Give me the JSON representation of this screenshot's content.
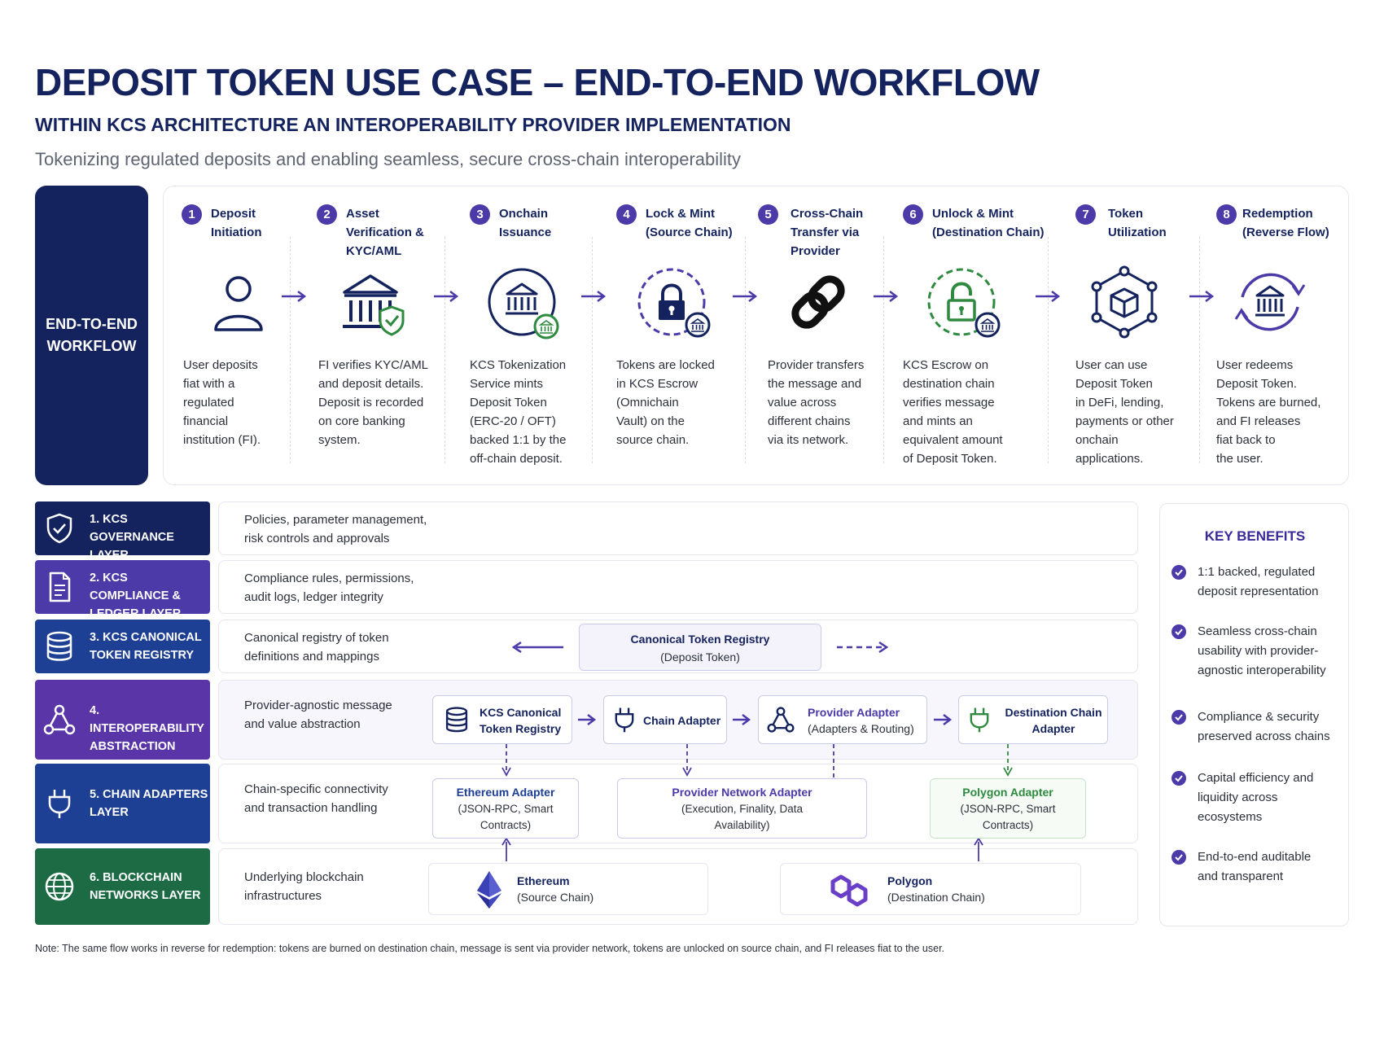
{
  "header": {
    "title": "DEPOSIT TOKEN USE CASE – END-TO-END WORKFLOW",
    "subtitle": "WITHIN KCS ARCHITECTURE AN INTEROPERABILITY PROVIDER IMPLEMENTATION",
    "tagline": "Tokenizing regulated deposits and enabling seamless, secure cross-chain interoperability"
  },
  "workflow": {
    "label": [
      "END-TO-END",
      "WORKFLOW"
    ],
    "steps": [
      {
        "num": "1",
        "title": [
          "Deposit",
          "Initiation"
        ],
        "icon": "user-icon",
        "desc": [
          "User deposits",
          "fiat with a",
          "regulated",
          "financial",
          "institution (FI)."
        ]
      },
      {
        "num": "2",
        "title": [
          "Asset",
          "Verification &",
          "KYC/AML"
        ],
        "icon": "bank-shield-icon",
        "desc": [
          "FI verifies KYC/AML",
          "and deposit details.",
          "Deposit is recorded",
          "on core banking",
          "system."
        ]
      },
      {
        "num": "3",
        "title": [
          "Onchain",
          "Issuance"
        ],
        "icon": "bank-token-icon",
        "desc": [
          "KCS Tokenization",
          "Service mints",
          "Deposit Token",
          "(ERC-20 / OFT)",
          "backed 1:1 by the",
          "off-chain deposit."
        ]
      },
      {
        "num": "4",
        "title": [
          "Lock & Mint",
          "(Source Chain)"
        ],
        "icon": "lock-icon",
        "desc": [
          "Tokens are locked",
          "in KCS Escrow",
          "(Omnichain",
          "Vault) on the",
          "source chain."
        ]
      },
      {
        "num": "5",
        "title": [
          "Cross-Chain",
          "Transfer via",
          "Provider"
        ],
        "icon": "chain-link-icon",
        "desc": [
          "Provider transfers",
          "the message and",
          "value across",
          "different chains",
          "via its network."
        ]
      },
      {
        "num": "6",
        "title": [
          "Unlock & Mint",
          "(Destination Chain)"
        ],
        "icon": "unlock-icon",
        "desc": [
          "KCS Escrow on",
          "destination chain",
          "verifies message",
          "and mints an",
          "equivalent amount",
          "of Deposit Token."
        ]
      },
      {
        "num": "7",
        "title": [
          "Token",
          "Utilization"
        ],
        "icon": "network-cube-icon",
        "desc": [
          "User can use",
          "Deposit Token",
          "in DeFi, lending,",
          "payments or other",
          "onchain",
          "applications."
        ]
      },
      {
        "num": "8",
        "title": [
          "Redemption",
          "(Reverse Flow)"
        ],
        "icon": "redeem-cycle-icon",
        "desc": [
          "User redeems",
          "Deposit Token.",
          "Tokens are burned,",
          "and FI releases",
          "fiat back to",
          "the user."
        ]
      }
    ]
  },
  "layers": [
    {
      "label": [
        "1. KCS GOVERNANCE",
        "LAYER"
      ],
      "icon": "shield-check-icon",
      "color": "#14235e",
      "desc": [
        "Policies, parameter management,",
        "risk controls and approvals"
      ]
    },
    {
      "label": [
        "2. KCS COMPLIANCE &",
        "LEDGER LAYER"
      ],
      "icon": "document-icon",
      "color": "#4b3aa8",
      "desc": [
        "Compliance rules, permissions,",
        "audit logs, ledger integrity"
      ]
    },
    {
      "label": [
        "3. KCS CANONICAL",
        "TOKEN REGISTRY"
      ],
      "icon": "database-icon",
      "color": "#1d3f94",
      "desc": [
        "Canonical registry of token",
        "definitions and mappings"
      ]
    },
    {
      "label": [
        "4. INTEROPERABILITY",
        "ABSTRACTION LAYER"
      ],
      "icon": "nodes-icon",
      "color": "#5a35a8",
      "desc": [
        "Provider-agnostic message",
        "and value abstraction"
      ]
    },
    {
      "label": [
        "5. CHAIN ADAPTERS",
        "LAYER"
      ],
      "icon": "plug-icon",
      "color": "#1d3f94",
      "desc": [
        "Chain-specific connectivity",
        "and transaction handling"
      ]
    },
    {
      "label": [
        "6. BLOCKCHAIN",
        "NETWORKS LAYER"
      ],
      "icon": "globe-icon",
      "color": "#1d6b45",
      "desc": [
        "Underlying blockchain",
        "infrastructures"
      ]
    }
  ],
  "registry_box": {
    "title": "Canonical Token Registry",
    "sub": "(Deposit Token)"
  },
  "abstraction_boxes": [
    {
      "title": [
        "KCS Canonical",
        "Token Registry"
      ],
      "icon": "database-icon"
    },
    {
      "title": [
        "Chain Adapter"
      ],
      "icon": "plug-icon"
    },
    {
      "title": [
        "Provider Adapter",
        "(Adapters & Routing)"
      ],
      "icon": "nodes-icon"
    },
    {
      "title": [
        "Destination Chain",
        "Adapter"
      ],
      "icon": "plug-green-icon"
    }
  ],
  "adapter_boxes": [
    {
      "title": "Ethereum Adapter",
      "sub": [
        "(JSON-RPC, Smart",
        "Contracts)"
      ],
      "color": "#1d3f94"
    },
    {
      "title": "Provider Network Adapter",
      "sub": [
        "(Execution, Finality, Data",
        "Availability)"
      ],
      "color": "#4b3aa8"
    },
    {
      "title": "Polygon Adapter",
      "sub": [
        "(JSON-RPC, Smart",
        "Contracts)"
      ],
      "color": "#2e8a3e"
    }
  ],
  "network_boxes": [
    {
      "title": "Ethereum",
      "sub": "(Source Chain)",
      "icon": "ethereum-icon"
    },
    {
      "title": "Polygon",
      "sub": "(Destination Chain)",
      "icon": "polygon-icon"
    }
  ],
  "key_benefits": {
    "title": "KEY BENEFITS",
    "items": [
      [
        "1:1 backed, regulated",
        "deposit representation"
      ],
      [
        "Seamless cross-chain",
        "usability with provider-",
        "agnostic interoperability"
      ],
      [
        "Compliance & security",
        "preserved across chains"
      ],
      [
        "Capital efficiency and",
        "liquidity across",
        "ecosystems"
      ],
      [
        "End-to-end auditable",
        "and transparent"
      ]
    ]
  },
  "note": "Note: The same flow works in reverse for redemption: tokens are burned on destination chain, message is sent via provider network, tokens are unlocked on source chain, and FI releases fiat to the user.",
  "colors": {
    "navy": "#14235e",
    "purple": "#4b3aa8",
    "green": "#2e8a3e",
    "blue": "#1d3f94"
  }
}
